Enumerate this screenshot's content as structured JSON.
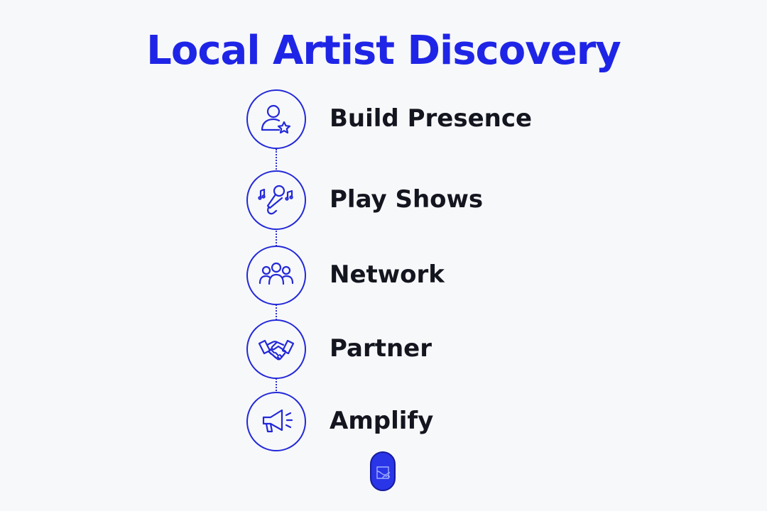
{
  "title": "Local Artist Discovery",
  "steps": [
    {
      "label": "Build Presence",
      "icon": "person-star-icon"
    },
    {
      "label": "Play Shows",
      "icon": "microphone-music-icon"
    },
    {
      "label": "Network",
      "icon": "people-group-icon"
    },
    {
      "label": "Partner",
      "icon": "handshake-icon"
    },
    {
      "label": "Amplify",
      "icon": "megaphone-icon"
    }
  ],
  "colors": {
    "accent": "#1f25e6",
    "text": "#14161f",
    "background": "#f7f8fa"
  }
}
